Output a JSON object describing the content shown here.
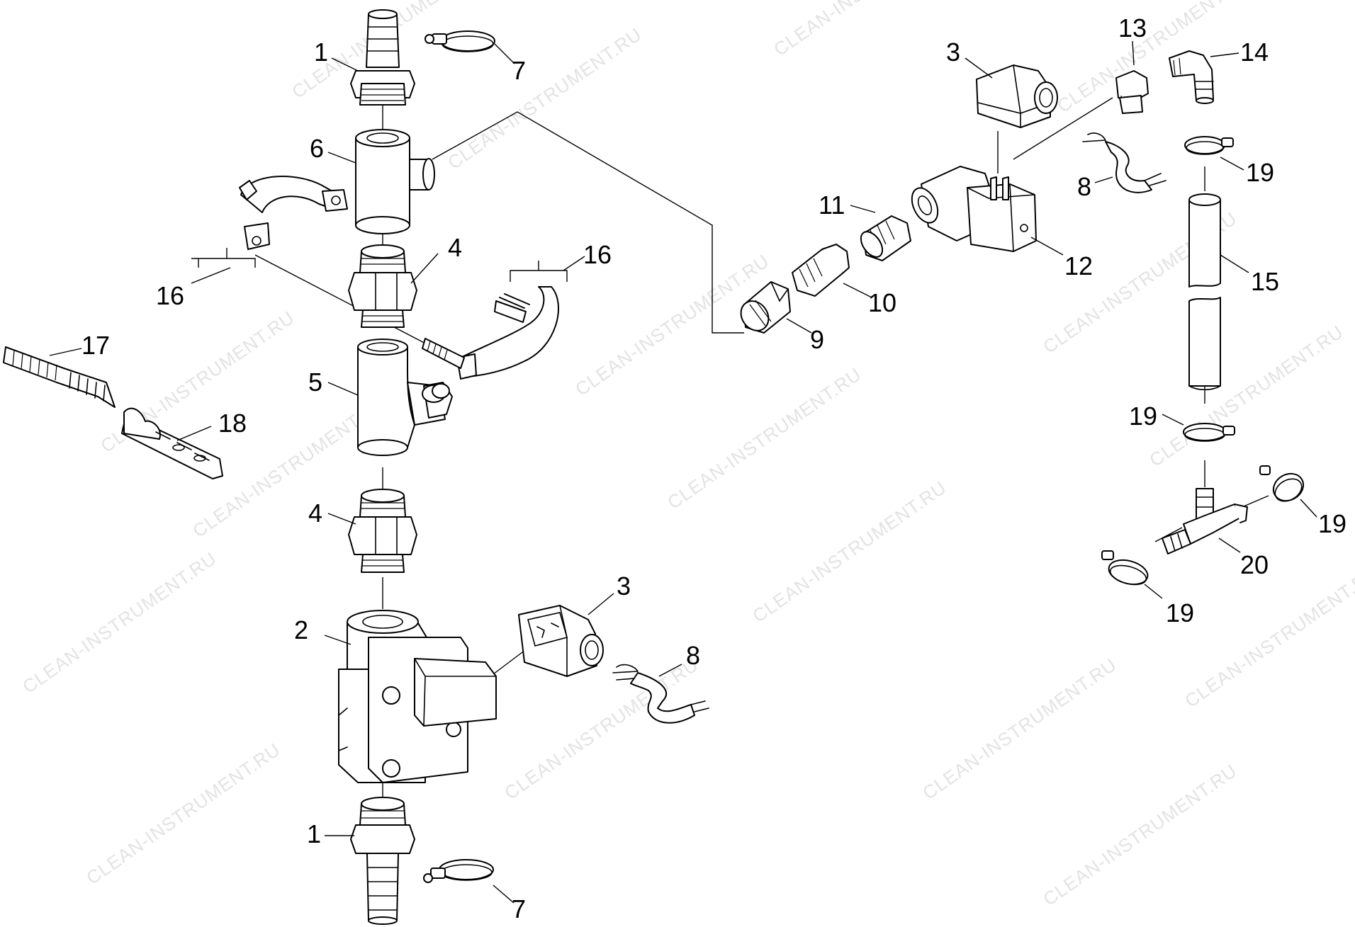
{
  "watermark": "CLEAN-INSTRUMENT.RU",
  "callouts": {
    "c1_top": "1",
    "c1_bottom": "1",
    "c2": "2",
    "c3_left": "3",
    "c3_right": "3",
    "c4_upper": "4",
    "c4_lower": "4",
    "c5": "5",
    "c6": "6",
    "c7_top": "7",
    "c7_bottom": "7",
    "c8_left": "8",
    "c8_right": "8",
    "c9": "9",
    "c10": "10",
    "c11": "11",
    "c12": "12",
    "c13": "13",
    "c14": "14",
    "c15": "15",
    "c16_left": "16",
    "c16_right": "16",
    "c17": "17",
    "c18": "18",
    "c19_a": "19",
    "c19_b": "19",
    "c19_c": "19",
    "c19_d": "19",
    "c20": "20"
  }
}
